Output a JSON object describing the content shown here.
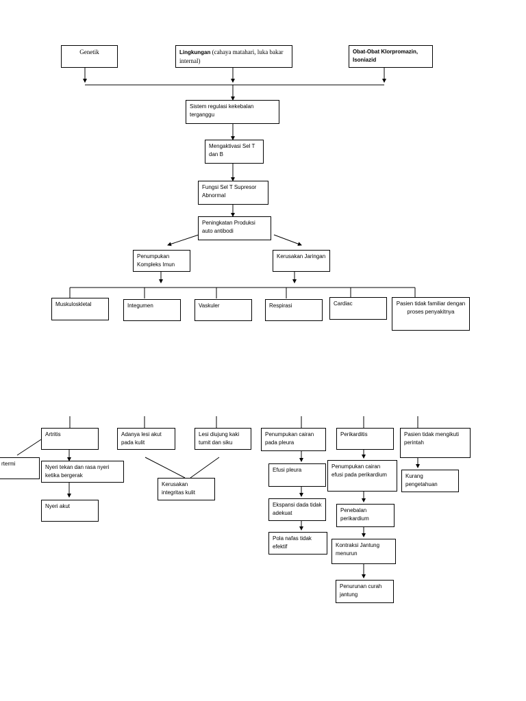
{
  "boxes": {
    "genetik": "Genetik",
    "lingkungan_bold": "Lingkungan",
    "lingkungan_rest": " (cahaya matahari, luka bakar internal)",
    "obat": "Obat-Obat Klorpromazin, Isoniazid",
    "sistem": "Sistem regulasi kekebalan terganggu",
    "mengaktivasi": "Mengaktivasi Sel T dan B",
    "fungsi": "Fungsi Sel T Supresor Abnormal",
    "peningkatan": "Peningkatan Produksi auto antibodi",
    "penumpukan_kompleks": "Penumpukan Kompleks Imun",
    "kerusakan_jaringan": "Kerusakan Jaringan",
    "muskuloskletal": "Muskuloskletal",
    "integumen": "Integumen",
    "vaskuler": "Vaskuler",
    "respirasi": "Respirasi",
    "cardiac": "Cardiac",
    "pasien_familiar": "Pasien tidak familiar dengan proses penyakitnya",
    "artritis": "Artritis",
    "hipertermi": "rtermi",
    "nyeri_tekan": "Nyeri tekan dan rasa nyeri ketika bergerak",
    "nyeri_akut": "Nyeri akut",
    "lesi_akut": "Adanya lesi akut pada kulit",
    "lesi_ujung": "Lesi diujung kaki tumit dan siku",
    "kerusakan_kulit": "Kerusakan integritas kulit",
    "penumpukan_pleura": "Penumpukan cairan pada pleura",
    "efusi_pleura": "Efusi pleura",
    "ekspansi": "Ekspansi dada tidak adekuat",
    "pola_nafas": "Pola nafas tidak efektif",
    "perikarditis": "Perikarditis",
    "penumpukan_perikardium": "Penumpukan cairan efusi pada perikardium",
    "penebalan": "Penebalan perikardium",
    "kontraksi": "Kontraksi Jantung menurun",
    "penurunan": "Penurunan curah jantung",
    "pasien_perintah": "Pasien tidak mengikuti perintah",
    "kurang_pengetahuan": "Kurang pengetahuan"
  }
}
